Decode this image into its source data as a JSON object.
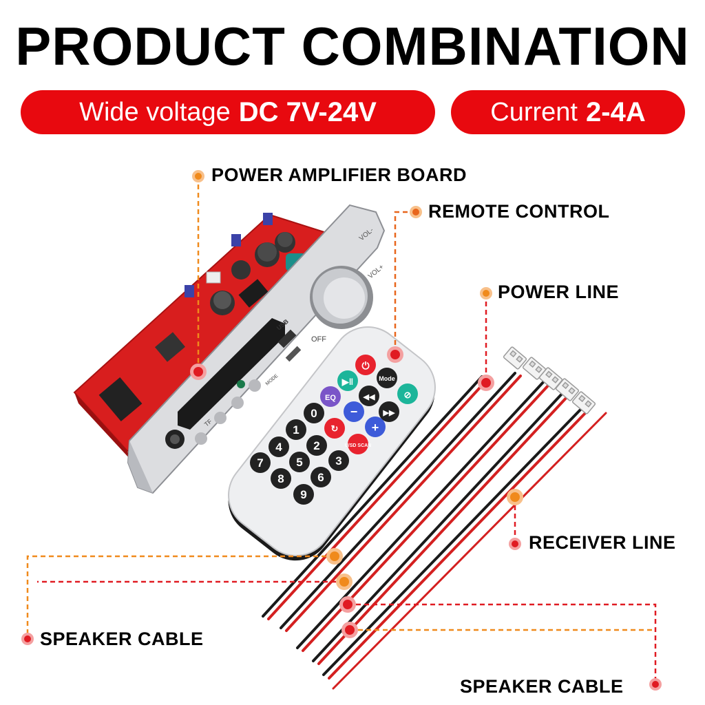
{
  "title": "PRODUCT COMBINATION",
  "badges": {
    "voltage": {
      "label": "Wide voltage",
      "value": "DC 7V-24V"
    },
    "current": {
      "label": "Current",
      "value": "2-4A"
    }
  },
  "callouts": {
    "board": "POWER AMPLIFIER BOARD",
    "remote": "REMOTE CONTROL",
    "power": "POWER LINE",
    "receiver": "RECEIVER LINE",
    "speaker_left": "SPEAKER CABLE",
    "speaker_right": "SPEAKER CABLE"
  },
  "board_panel": {
    "vol_minus": "VOL-",
    "vol_plus": "VOL+",
    "off": "OFF",
    "usb": "USB",
    "tf": "TF",
    "mode": "MODE"
  },
  "remote_keys": {
    "mode": "Mode",
    "eq": "EQ",
    "scan": "U/SD SCAN",
    "digits": [
      "0",
      "1",
      "2",
      "3",
      "4",
      "5",
      "6",
      "7",
      "8",
      "9"
    ]
  },
  "colors": {
    "accent": "#e8090f",
    "callout_orange": "#f08a1c",
    "callout_red": "#e01b22",
    "board_pcb": "#d81e1e"
  }
}
